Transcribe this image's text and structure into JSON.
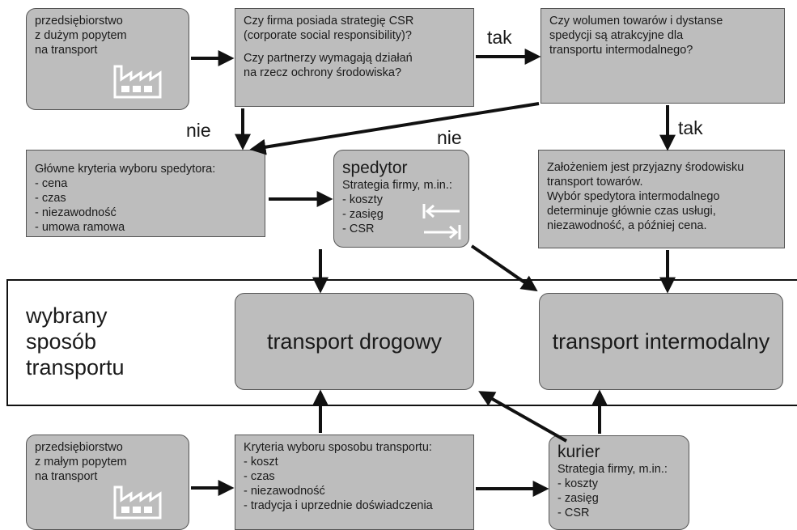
{
  "boxes": {
    "start_large": [
      "przedsiębiorstwo",
      "z dużym popytem",
      "na transport"
    ],
    "csr_question": [
      "Czy firma posiada strategię CSR",
      "(corporate social responsibility)?",
      "",
      "Czy partnerzy wymagają działań",
      "na rzecz ochrony środowiska?"
    ],
    "volume_question": [
      "Czy wolumen towarów i dystanse",
      "spedycji są atrakcyjne dla",
      "transportu intermodalnego?"
    ],
    "criteria_forwarder": [
      "Główne kryteria wyboru spedytora:",
      "- cena",
      "- czas",
      "- niezawodność",
      "- umowa ramowa"
    ],
    "spedytor": {
      "title": "spedytor",
      "lines": [
        "Strategia firmy, m.in.:",
        "- koszty",
        "- zasięg",
        "- CSR"
      ]
    },
    "eco_assumption": [
      "Założeniem jest przyjazny środowisku",
      "transport towarów.",
      "Wybór spedytora intermodalnego",
      "determinuje głównie czas usługi,",
      "niezawodność, a później cena."
    ],
    "road_transport": "transport drogowy",
    "intermodal_transport": "transport intermodalny",
    "start_small": [
      "przedsiębiorstwo",
      "z małym popytem",
      "na transport"
    ],
    "criteria_transport": [
      "Kryteria wyboru sposobu transportu:",
      "- koszt",
      "- czas",
      "- niezawodność",
      "- tradycja i uprzednie doświadczenia"
    ],
    "kurier": {
      "title": "kurier",
      "lines": [
        "Strategia firmy, m.in.:",
        "- koszty",
        "- zasięg",
        "- CSR"
      ]
    }
  },
  "band_label": [
    "wybrany",
    "sposób",
    "transportu"
  ],
  "edge_labels": {
    "tak_top": "tak",
    "tak_right": "tak",
    "nie_left": "nie",
    "nie_middle": "nie"
  },
  "icons": [
    "factory-icon",
    "exchange-arrows-icon"
  ]
}
